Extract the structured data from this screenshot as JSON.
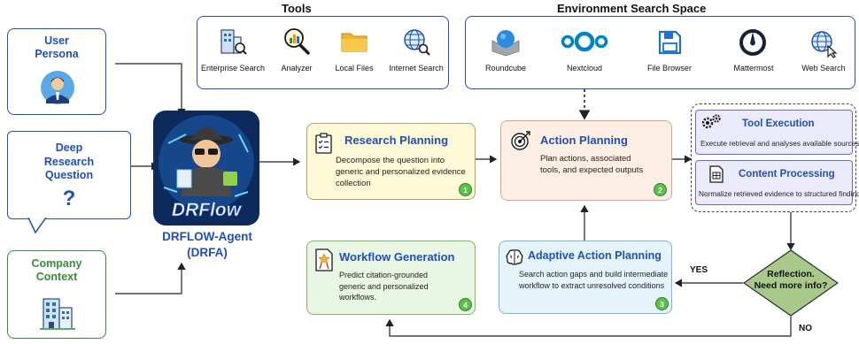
{
  "left_panel": {
    "user_persona": "User\nPersona",
    "deep_research_question": "Deep\nResearch\nQuestion",
    "question_mark": "?",
    "company_context": "Company\nContext"
  },
  "agent": {
    "logo_text": "DRFlow",
    "name_line1": "DRFLOW-Agent",
    "name_line2": "(DRFA)"
  },
  "tools": {
    "title": "Tools",
    "items": [
      "Enterprise Search",
      "Analyzer",
      "Local Files",
      "Internet Search"
    ]
  },
  "environment": {
    "title": "Environment Search Space",
    "items": [
      "Roundcube",
      "Nextcloud",
      "File Browser",
      "Mattermost",
      "Web Search"
    ]
  },
  "research_planning": {
    "title": "Research Planning",
    "desc": "Decompose the question into generic and personalized evidence collection",
    "badge": "1"
  },
  "action_planning": {
    "title": "Action Planning",
    "desc": "Plan actions, associated tools, and expected outputs",
    "badge": "2"
  },
  "tool_execution": {
    "title": "Tool Execution",
    "desc": "Execute retrieval and analyses available sources"
  },
  "content_processing": {
    "title": "Content Processing",
    "desc": "Normalize retrieved evidence to structured findinds"
  },
  "adaptive_action_planning": {
    "title": "Adaptive Action Planning",
    "desc": "Search action gaps and build intermediate workflow to extract unresolved conditions",
    "badge": "3"
  },
  "workflow_generation": {
    "title": "Workflow Generation",
    "desc": "Predict citation-grounded generic and personalized workflows.",
    "badge": "4"
  },
  "reflection": {
    "text": "Reflection.\nNeed more info?",
    "yes": "YES",
    "no": "NO"
  },
  "colors": {
    "accent_blue": "#1f4fb8",
    "company_green": "#3a8a3a",
    "research_bg": "#fdf9d6",
    "action_bg": "#fdeee4",
    "adaptive_bg": "#e4f4fa",
    "workflow_bg": "#e8f6e3",
    "reflection_fill": "#a9c98b"
  }
}
